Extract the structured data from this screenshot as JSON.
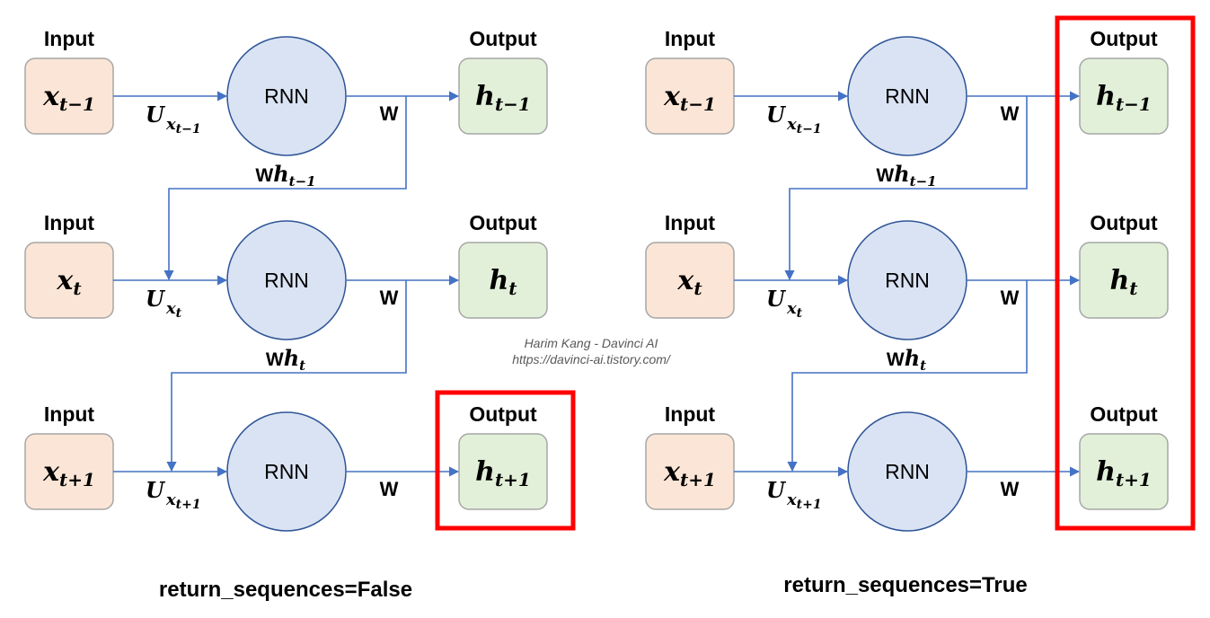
{
  "labels": {
    "input": "Input",
    "output": "Output",
    "rnn": "RNN",
    "weight": "W",
    "u_symbol": "U",
    "h_symbol": "h",
    "x_symbol": "x",
    "wh_prefix": "W",
    "wh_symbol": "h"
  },
  "steps": [
    {
      "sub": "t−1"
    },
    {
      "sub": "t"
    },
    {
      "sub": "t+1"
    }
  ],
  "watermark": {
    "line1": "Harim Kang - Davinci AI",
    "line2": "https://davinci-ai.tistory.com/"
  },
  "panels": [
    {
      "caption": "return_sequences=False",
      "highlight": "last-output"
    },
    {
      "caption": "return_sequences=True",
      "highlight": "all-outputs"
    }
  ],
  "colors": {
    "input_fill": "#fbe5d6",
    "output_fill": "#e2f0d9",
    "rnn_fill": "#dae3f3",
    "arrow": "#4472c4",
    "highlight": "#ff0000"
  }
}
